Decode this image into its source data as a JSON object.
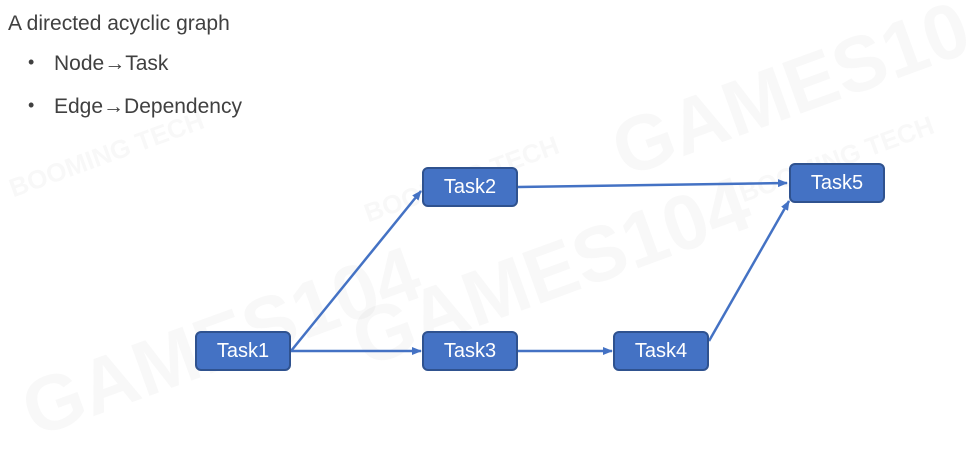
{
  "heading": "A directed acyclic graph",
  "bullets": [
    "Node→Task",
    "Edge→Dependency"
  ],
  "bullet_marker": "•",
  "nodes": [
    {
      "id": "task1",
      "label": "Task1"
    },
    {
      "id": "task2",
      "label": "Task2"
    },
    {
      "id": "task3",
      "label": "Task3"
    },
    {
      "id": "task4",
      "label": "Task4"
    },
    {
      "id": "task5",
      "label": "Task5"
    }
  ],
  "edges": [
    {
      "from": "task1",
      "to": "task2"
    },
    {
      "from": "task1",
      "to": "task3"
    },
    {
      "from": "task3",
      "to": "task4"
    },
    {
      "from": "task2",
      "to": "task5"
    },
    {
      "from": "task4",
      "to": "task5"
    }
  ],
  "colors": {
    "node_fill": "#4472c4",
    "node_border": "#2f528f",
    "edge": "#4472c4",
    "text": "#404040"
  },
  "watermark": {
    "brand": "GAMES104",
    "sub_brand": "BOOMING TECH"
  }
}
